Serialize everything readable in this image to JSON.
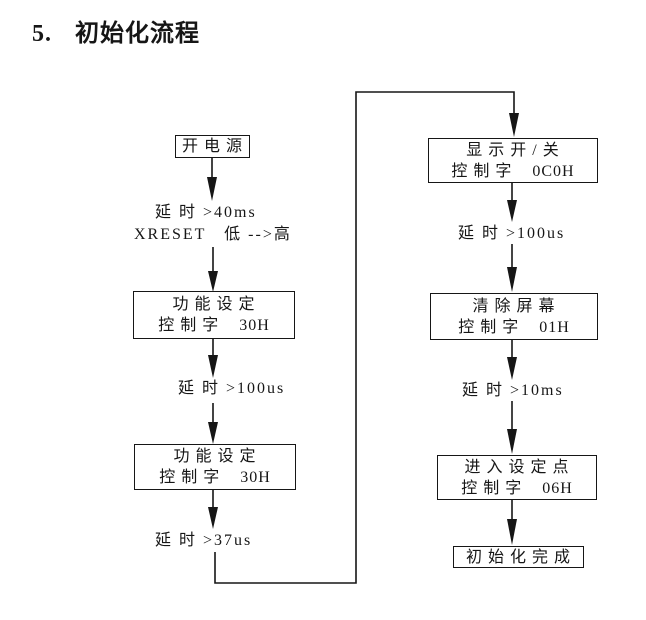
{
  "page": {
    "heading_number": "5.",
    "heading_title": "初始化流程"
  },
  "colors": {
    "ink": "#161616",
    "background": "#ffffff"
  },
  "flowchart": {
    "left": {
      "power_on": "开 电 源",
      "delay_40ms": "延 时 >40ms",
      "xreset_note": "XRESET   低 -->高",
      "func_set_1_line1": "功 能 设 定",
      "func_set_1_line2": "控 制 字    30H",
      "delay_100us": "延 时 >100us",
      "func_set_2_line1": "功 能 设 定",
      "func_set_2_line2": "控 制 字    30H",
      "delay_37us": "延 时 >37us"
    },
    "right": {
      "display_on_off_line1": "显 示 开 / 关",
      "display_on_off_line2": "控 制 字    0C0H",
      "delay_100us": "延 时 >100us",
      "clear_screen_line1": "清 除 屏 幕",
      "clear_screen_line2": "控 制 字    01H",
      "delay_10ms": "延 时 >10ms",
      "entry_set_point_line1": "进 入 设 定 点",
      "entry_set_point_line2": "控 制 字    06H",
      "init_complete": "初 始 化 完 成"
    }
  }
}
